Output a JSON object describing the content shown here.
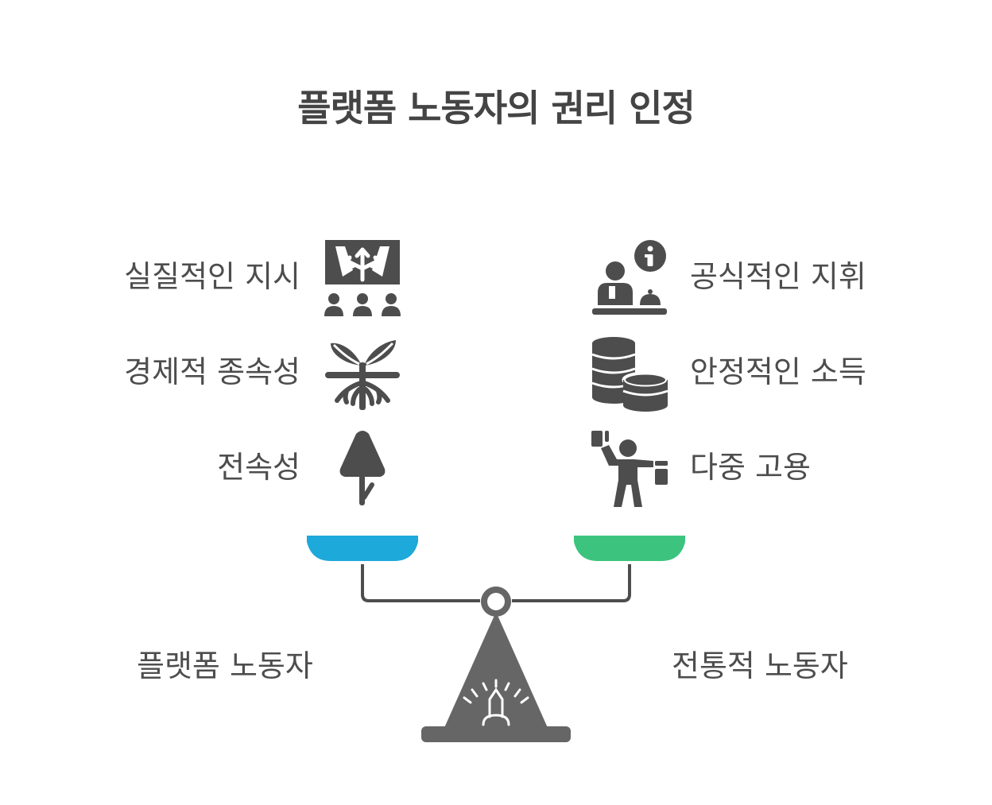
{
  "title": "플랫폼 노동자의 권리 인정",
  "left_side": {
    "name": "플랫폼 노동자",
    "color": "#1ea9db",
    "items": [
      {
        "label": "실질적인 지시",
        "icon": "presentation-arrows-icon"
      },
      {
        "label": "경제적 종속성",
        "icon": "sprout-roots-icon"
      },
      {
        "label": "전속성",
        "icon": "tree-icon"
      }
    ]
  },
  "right_side": {
    "name": "전통적 노동자",
    "color": "#3cc47f",
    "items": [
      {
        "label": "공식적인 지휘",
        "icon": "receptionist-info-icon"
      },
      {
        "label": "안정적인 소득",
        "icon": "coin-stacks-icon"
      },
      {
        "label": "다중 고용",
        "icon": "person-juggling-jobs-icon"
      }
    ]
  },
  "colors": {
    "icon": "#4d4d4d",
    "scale": "#666666",
    "text": "#4a4a4a"
  }
}
